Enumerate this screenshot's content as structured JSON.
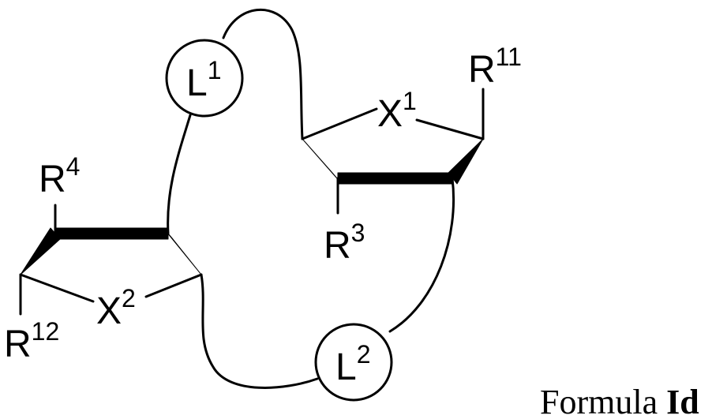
{
  "formula": {
    "prefix": "Formula",
    "id": "Id"
  },
  "labels": {
    "L1": {
      "base": "L",
      "sup": "1"
    },
    "L2": {
      "base": "L",
      "sup": "2"
    },
    "X1": {
      "base": "X",
      "sup": "1"
    },
    "X2": {
      "base": "X",
      "sup": "2"
    },
    "R3": {
      "base": "R",
      "sup": "3"
    },
    "R4": {
      "base": "R",
      "sup": "4"
    },
    "R11": {
      "base": "R",
      "sup": "11"
    },
    "R12": {
      "base": "R",
      "sup": "12"
    }
  },
  "colors": {
    "ink": "#000000",
    "background": "#ffffff"
  }
}
